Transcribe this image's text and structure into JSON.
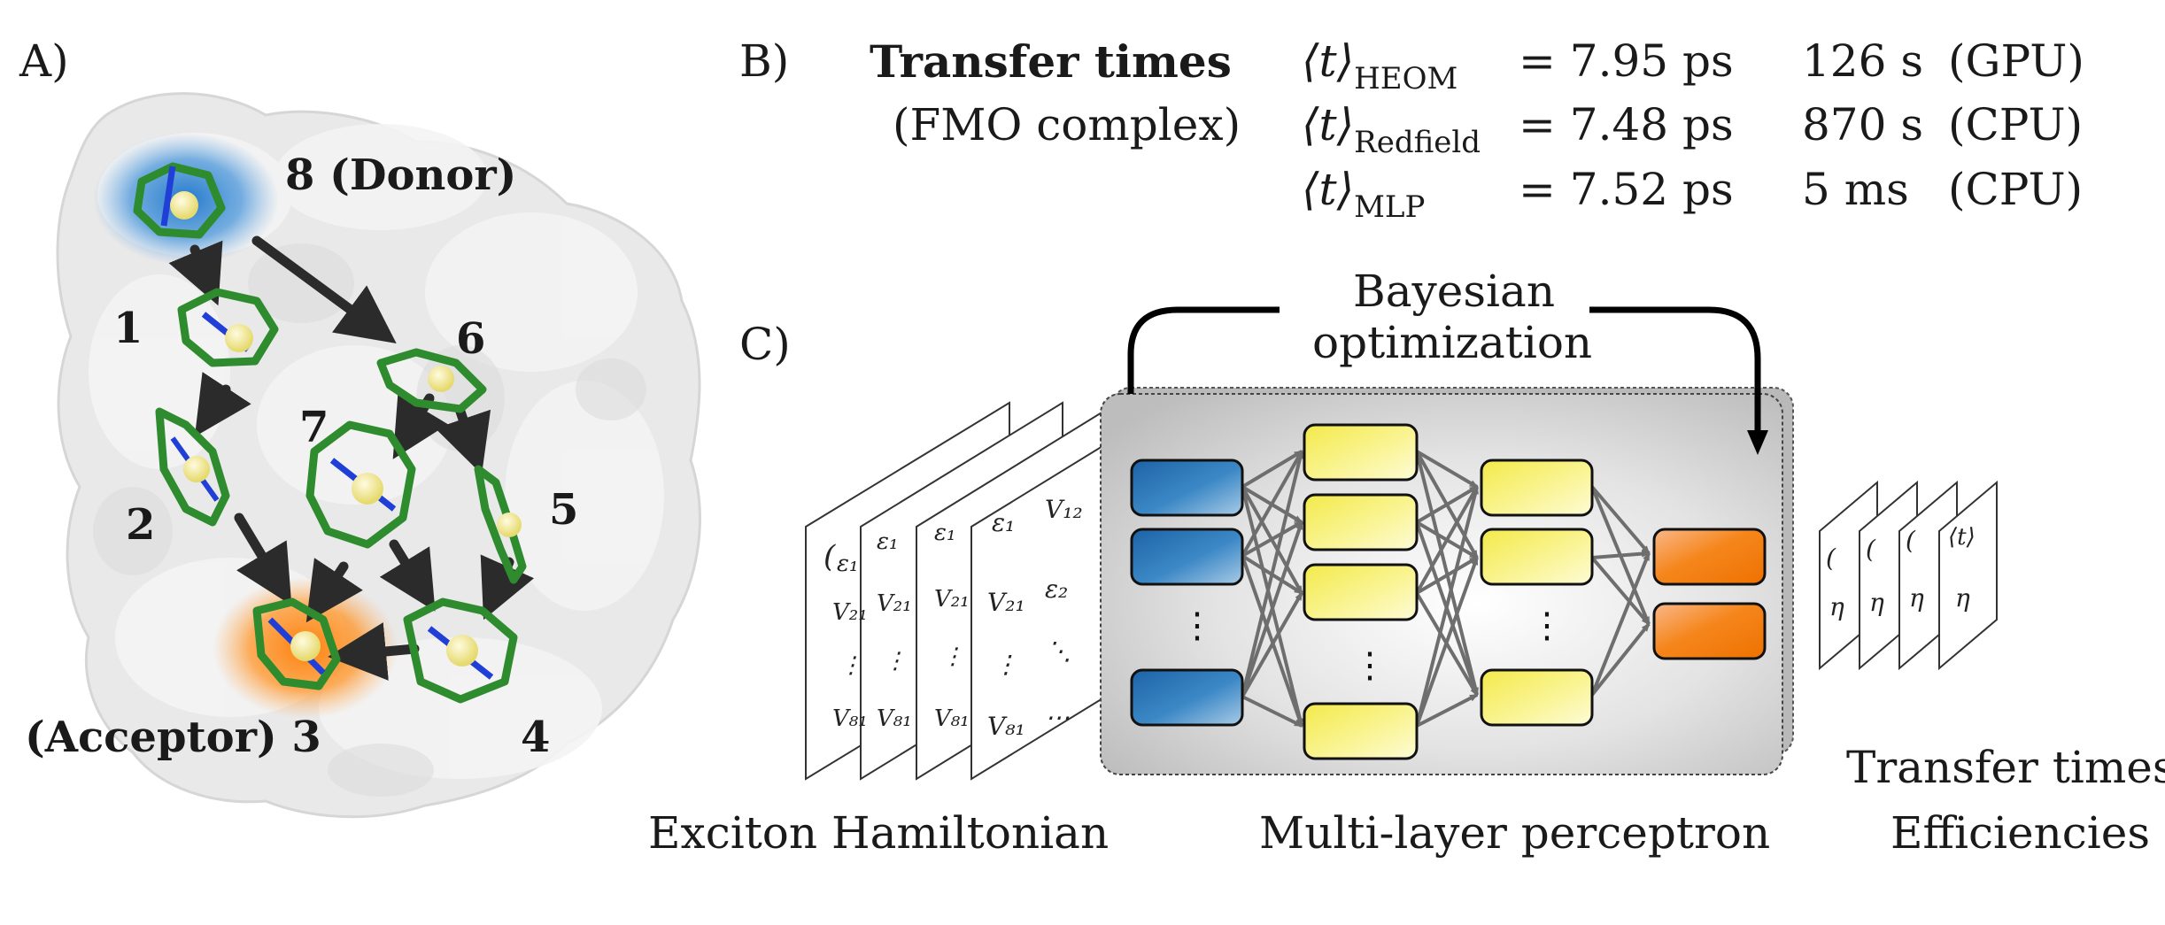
{
  "panelA": {
    "label": "A)",
    "sites": [
      {
        "label": "8 (Donor)"
      },
      {
        "label": "1"
      },
      {
        "label": "6"
      },
      {
        "label": "7"
      },
      {
        "label": "2"
      },
      {
        "label": "5"
      },
      {
        "label": "(Acceptor) 3"
      },
      {
        "label": "4"
      }
    ],
    "colors": {
      "donor_glow": "#1a73c9",
      "acceptor_glow": "#ff7a00",
      "pigment": "#2e8b2e",
      "nitrogen": "#1f3fd6",
      "metal": "#f2ea8c",
      "arrow": "#2b2b2b"
    }
  },
  "panelB": {
    "label": "B)",
    "title": "Transfer times",
    "subtitle": "(FMO complex)",
    "rows": [
      {
        "t": "⟨t⟩",
        "method": "HEOM",
        "value": "= 7.95 ps",
        "time": "126 s",
        "hardware": "(GPU)"
      },
      {
        "t": "⟨t⟩",
        "method": "Redfield",
        "value": "= 7.48 ps",
        "time": "870 s",
        "hardware": "(CPU)"
      },
      {
        "t": "⟨t⟩",
        "method": "MLP",
        "value": "= 7.52 ps",
        "time": "5 ms",
        "hardware": "(CPU)"
      }
    ]
  },
  "panelC": {
    "label": "C)",
    "bayes_line1": "Bayesian",
    "bayes_line2": "optimization",
    "input_caption": "Exciton Hamiltonian",
    "mlp_caption": "Multi-layer perceptron",
    "output_caption_line1": "Transfer times,",
    "output_caption_line2": "Efficiencies",
    "matrix": {
      "e1": "ε1",
      "e2": "ε2",
      "v12": "V12",
      "v21": "V21",
      "v81": "V81",
      "v": "V"
    },
    "output_vector": {
      "t": "⟨t⟩",
      "eta": "η"
    },
    "colors": {
      "input_node": "#1f6fb2",
      "hidden_node": "#f7f17a",
      "output_node": "#f07a0a",
      "edge": "#6e6e6e",
      "box": "#c9c9c9"
    }
  }
}
